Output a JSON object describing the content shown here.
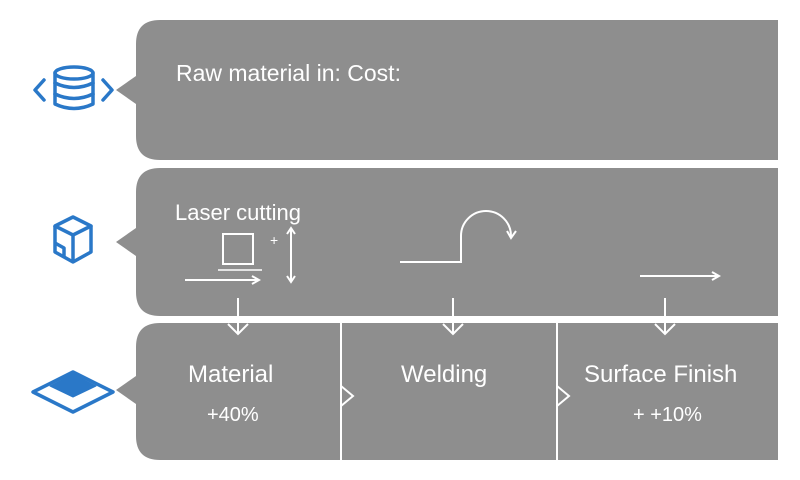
{
  "colors": {
    "panel": "#8e8e8e",
    "panel_line": "#ffffff",
    "icon": "#2a78c8",
    "text": "#ffffff"
  },
  "icons": {
    "row1": "database-code-icon",
    "row2": "cube-icon",
    "row3": "layer-plate-icon"
  },
  "row1": {
    "text": "Raw material in: Cost:"
  },
  "row2": {
    "label": "Laser cutting",
    "plus": "+"
  },
  "row3": {
    "cells": [
      {
        "title": "Material",
        "value": "+40%"
      },
      {
        "title": "Welding",
        "value": ""
      },
      {
        "title": "Surface Finish",
        "value": "+ +10%"
      }
    ]
  }
}
